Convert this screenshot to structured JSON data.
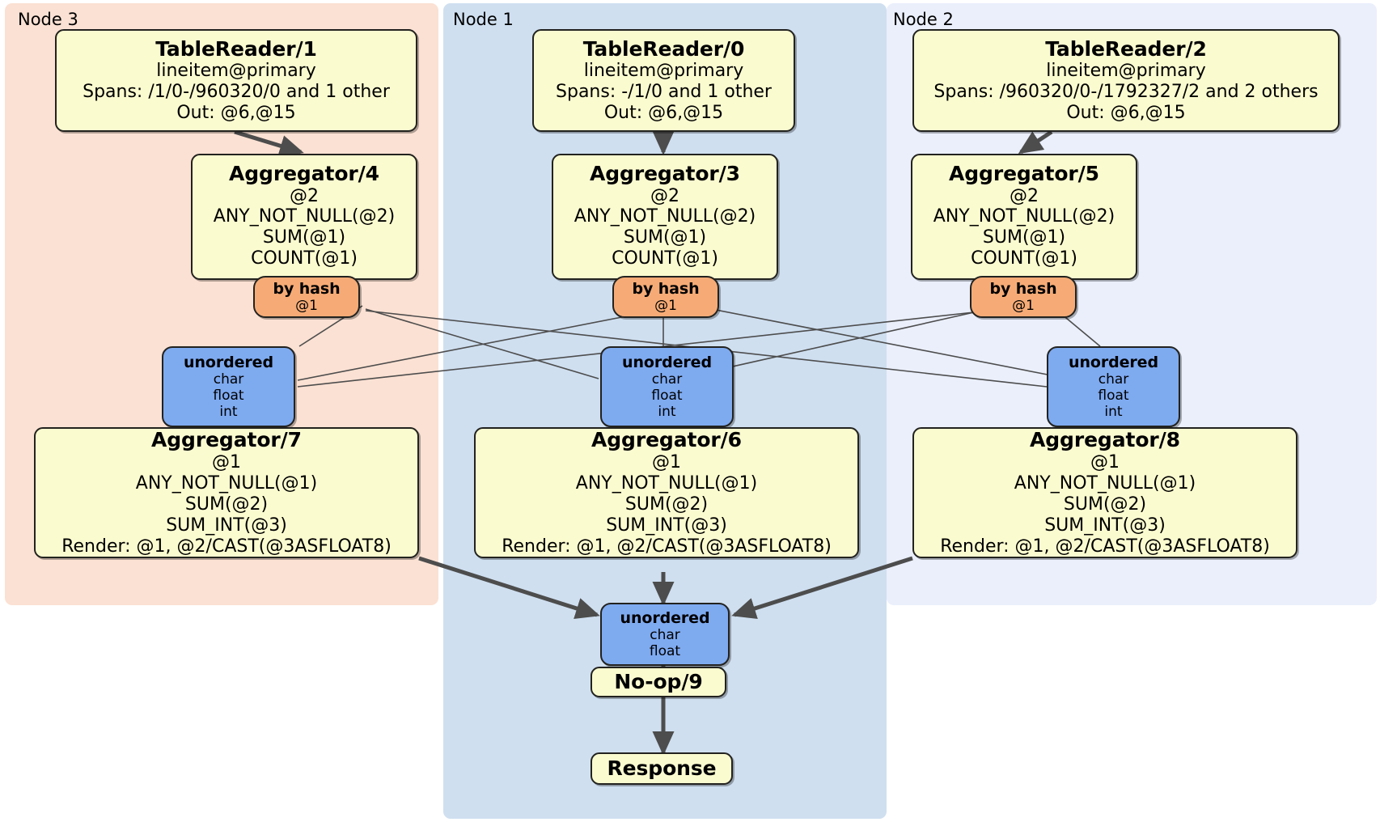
{
  "diagram": {
    "type": "distributed-query-plan",
    "title": "",
    "colors": {
      "node3_panel": "#fbe1d3",
      "node1_panel": "#cfdff0",
      "node2_panel": "#eaeffb",
      "processor_fill": "#fbfbd0",
      "router_fill": "#7eaaf0",
      "hash_fill": "#f6ab76",
      "edge": "#4d4d4d",
      "border": "#22221f"
    }
  },
  "panels": [
    {
      "id": "node3",
      "label": "Node 3"
    },
    {
      "id": "node1",
      "label": "Node 1"
    },
    {
      "id": "node2",
      "label": "Node 2"
    }
  ],
  "nodes": {
    "tablereader1": {
      "title": "TableReader/1",
      "lines": [
        "lineitem@primary",
        "Spans: /1/0-/960320/0 and 1 other",
        "Out: @6,@15"
      ]
    },
    "tablereader0": {
      "title": "TableReader/0",
      "lines": [
        "lineitem@primary",
        "Spans: -/1/0 and 1 other",
        "Out: @6,@15"
      ]
    },
    "tablereader2": {
      "title": "TableReader/2",
      "lines": [
        "lineitem@primary",
        "Spans: /960320/0-/1792327/2 and 2 others",
        "Out: @6,@15"
      ]
    },
    "aggregator4": {
      "title": "Aggregator/4",
      "lines": [
        "@2",
        "ANY_NOT_NULL(@2)",
        "SUM(@1)",
        "COUNT(@1)"
      ]
    },
    "aggregator3": {
      "title": "Aggregator/3",
      "lines": [
        "@2",
        "ANY_NOT_NULL(@2)",
        "SUM(@1)",
        "COUNT(@1)"
      ]
    },
    "aggregator5": {
      "title": "Aggregator/5",
      "lines": [
        "@2",
        "ANY_NOT_NULL(@2)",
        "SUM(@1)",
        "COUNT(@1)"
      ]
    },
    "hash_left": {
      "title": "by hash",
      "lines": [
        "@1"
      ]
    },
    "hash_center": {
      "title": "by hash",
      "lines": [
        "@1"
      ]
    },
    "hash_right": {
      "title": "by hash",
      "lines": [
        "@1"
      ]
    },
    "router_left": {
      "title": "unordered",
      "lines": [
        "char",
        "float",
        "int"
      ]
    },
    "router_center": {
      "title": "unordered",
      "lines": [
        "char",
        "float",
        "int"
      ]
    },
    "router_right": {
      "title": "unordered",
      "lines": [
        "char",
        "float",
        "int"
      ]
    },
    "aggregator7": {
      "title": "Aggregator/7",
      "lines": [
        "@1",
        "ANY_NOT_NULL(@1)",
        "SUM(@2)",
        "SUM_INT(@3)",
        "Render: @1, @2/CAST(@3ASFLOAT8)"
      ]
    },
    "aggregator6": {
      "title": "Aggregator/6",
      "lines": [
        "@1",
        "ANY_NOT_NULL(@1)",
        "SUM(@2)",
        "SUM_INT(@3)",
        "Render: @1, @2/CAST(@3ASFLOAT8)"
      ]
    },
    "aggregator8": {
      "title": "Aggregator/8",
      "lines": [
        "@1",
        "ANY_NOT_NULL(@1)",
        "SUM(@2)",
        "SUM_INT(@3)",
        "Render: @1, @2/CAST(@3ASFLOAT8)"
      ]
    },
    "router_final": {
      "title": "unordered",
      "lines": [
        "char",
        "float"
      ]
    },
    "noop9": {
      "title": "No-op/9",
      "lines": []
    },
    "response": {
      "title": "Response",
      "lines": []
    }
  }
}
